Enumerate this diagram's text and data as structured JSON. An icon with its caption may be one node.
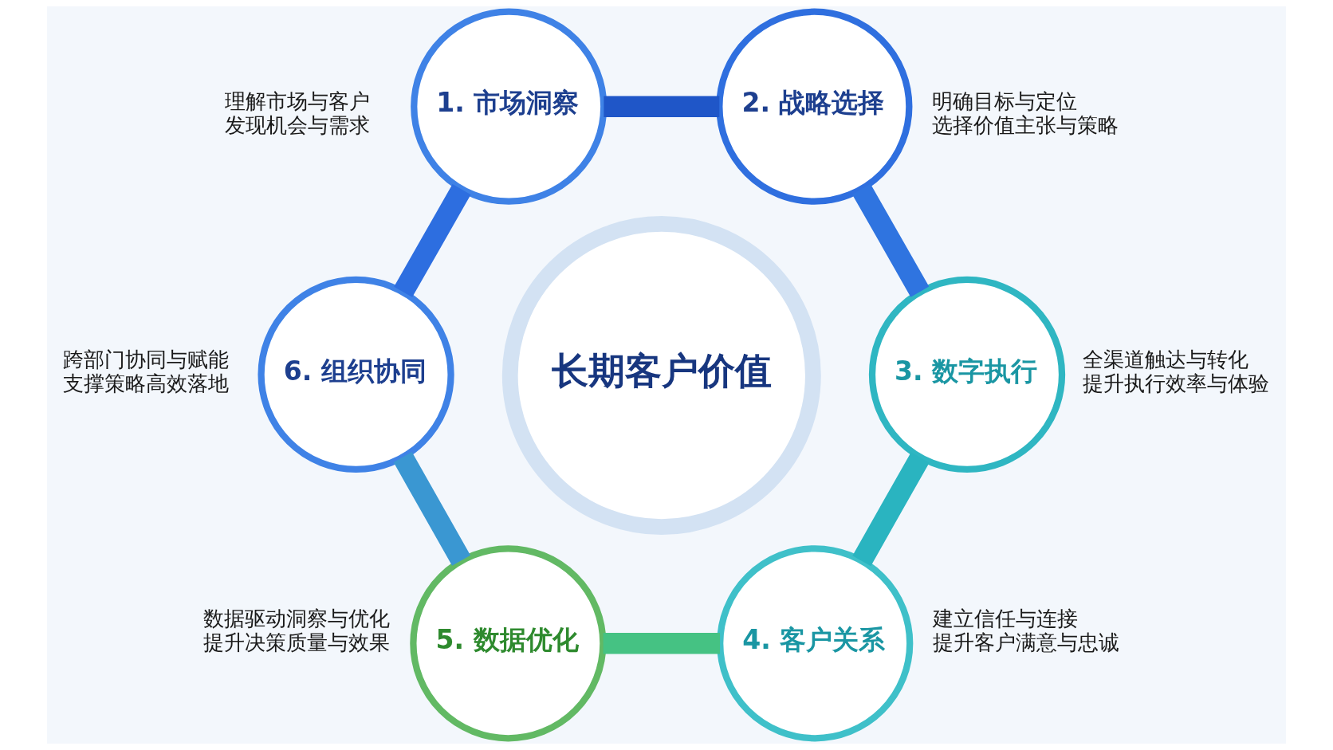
{
  "diagram": {
    "nodes": [
      {
        "text": [
          "1. 市场洞察"
        ],
        "beside": [
          "理解市场与客户",
          "发现机会与需求"
        ]
      },
      {
        "text": [
          "2. 战略选择"
        ],
        "beside": [
          "明确目标与定位",
          "选择价值主张与策略"
        ]
      },
      {
        "text": [
          "3. 数字执行"
        ],
        "beside": [
          "全渠道触达与转化",
          "提升执行效率与体验"
        ]
      },
      {
        "text": [
          "4. 客户关系"
        ],
        "beside": [
          "建立信任与连接",
          "提升客户满意与忠诚"
        ]
      },
      {
        "text": [
          "5. 数据优化"
        ],
        "beside": [
          "数据驱动洞察与优化",
          "提升决策质量与效果"
        ]
      },
      {
        "text": [
          "6. 组织协同"
        ],
        "beside": [
          "跨部门协同与赋能",
          "支撑策略高效落地"
        ]
      },
      {
        "text": [
          "长期客户价值"
        ]
      }
    ],
    "edges": [
      {
        "from": 0,
        "to": 1,
        "arrow": "none",
        "color": "#1f56c8"
      },
      {
        "from": 1,
        "to": 2,
        "arrow": "none",
        "color": "#2f74e0"
      },
      {
        "from": 2,
        "to": 3,
        "arrow": "none",
        "color": "#2ab4c0"
      },
      {
        "from": 3,
        "to": 4,
        "arrow": "none",
        "color": "#45c283"
      },
      {
        "from": 4,
        "to": 5,
        "arrow": "none",
        "color": "#3a97d2"
      },
      {
        "from": 5,
        "to": 0,
        "arrow": "none",
        "color": "#2d6ee0"
      }
    ]
  }
}
